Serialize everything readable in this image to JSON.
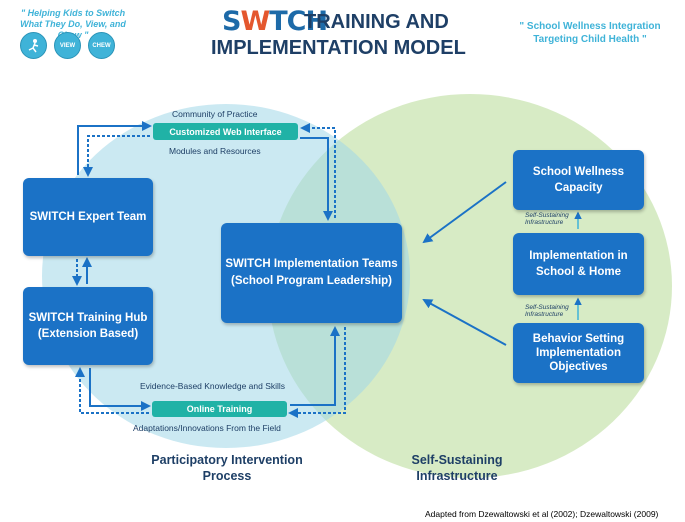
{
  "header": {
    "tagline_left": [
      "\" Helping Kids to Switch",
      "What They Do, View, and Chew \""
    ],
    "icons": [
      {
        "name": "do-icon",
        "label": ""
      },
      {
        "name": "view-icon",
        "label": "VIEW"
      },
      {
        "name": "chew-icon",
        "label": "CHEW"
      }
    ],
    "logo_prefix": "S",
    "logo_w": "W",
    "logo_suffix": "TCH",
    "title_line1": "TRAINING AND",
    "title_line2": "IMPLEMENTATION MODEL",
    "tagline_right": [
      "\" School Wellness Integration",
      "Targeting Child Health \""
    ]
  },
  "diagram": {
    "expert_team": "SWITCH Expert Team",
    "training_hub": [
      "SWITCH Training Hub",
      "(Extension Based)"
    ],
    "implementation_teams": [
      "SWITCH Implementation Teams",
      "(School Program Leadership)"
    ],
    "school_wellness_capacity": [
      "School Wellness",
      "Capacity"
    ],
    "implementation_school_home": [
      "Implementation in",
      "School & Home"
    ],
    "behavior_setting": [
      "Behavior Setting",
      "Implementation",
      "Objectives"
    ],
    "self_sustaining_label": [
      "Self-Sustaining",
      "Infrastructure"
    ],
    "community_of_practice": "Community of Practice",
    "customized_web_interface": "Customized Web Interface",
    "modules_and_resources": "Modules and Resources",
    "evidence_based": "Evidence-Based Knowledge and Skills",
    "online_training": "Online Training",
    "adaptations": "Adaptations/Innovations From the Field"
  },
  "footer": {
    "left": [
      "Participatory Intervention",
      "Process"
    ],
    "right": [
      "Self-Sustaining",
      "Infrastructure"
    ],
    "citation": "Adapted from Dzewaltowski et al (2002);  Dzewaltowski (2009)"
  },
  "colors": {
    "box_blue": "#1b72c6",
    "pill_teal": "#20b2a6",
    "left_circle": "#a0d7e8",
    "right_circle": "#b6da96",
    "title_navy": "#1e3f66",
    "accent_cyan": "#3fb3d8"
  }
}
